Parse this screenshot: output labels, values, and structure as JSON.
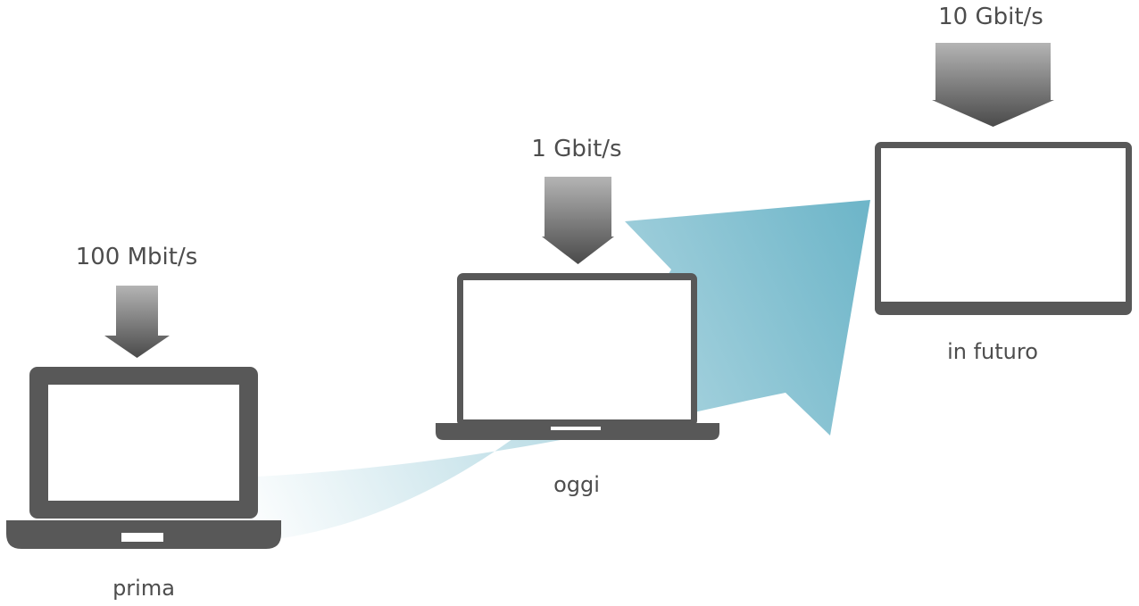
{
  "colors": {
    "device": "#585858",
    "screen": "#ffffff",
    "text": "#4d4d4d",
    "arrow_light": "#ffffff",
    "arrow_dark": "#6fb6c9",
    "download_top": "#b4b4b4",
    "download_bottom": "#4a4a4a"
  },
  "stages": [
    {
      "speed": "100 Mbit/s",
      "caption": "prima"
    },
    {
      "speed": "1 Gbit/s",
      "caption": "oggi"
    },
    {
      "speed": "10 Gbit/s",
      "caption": "in futuro"
    }
  ]
}
